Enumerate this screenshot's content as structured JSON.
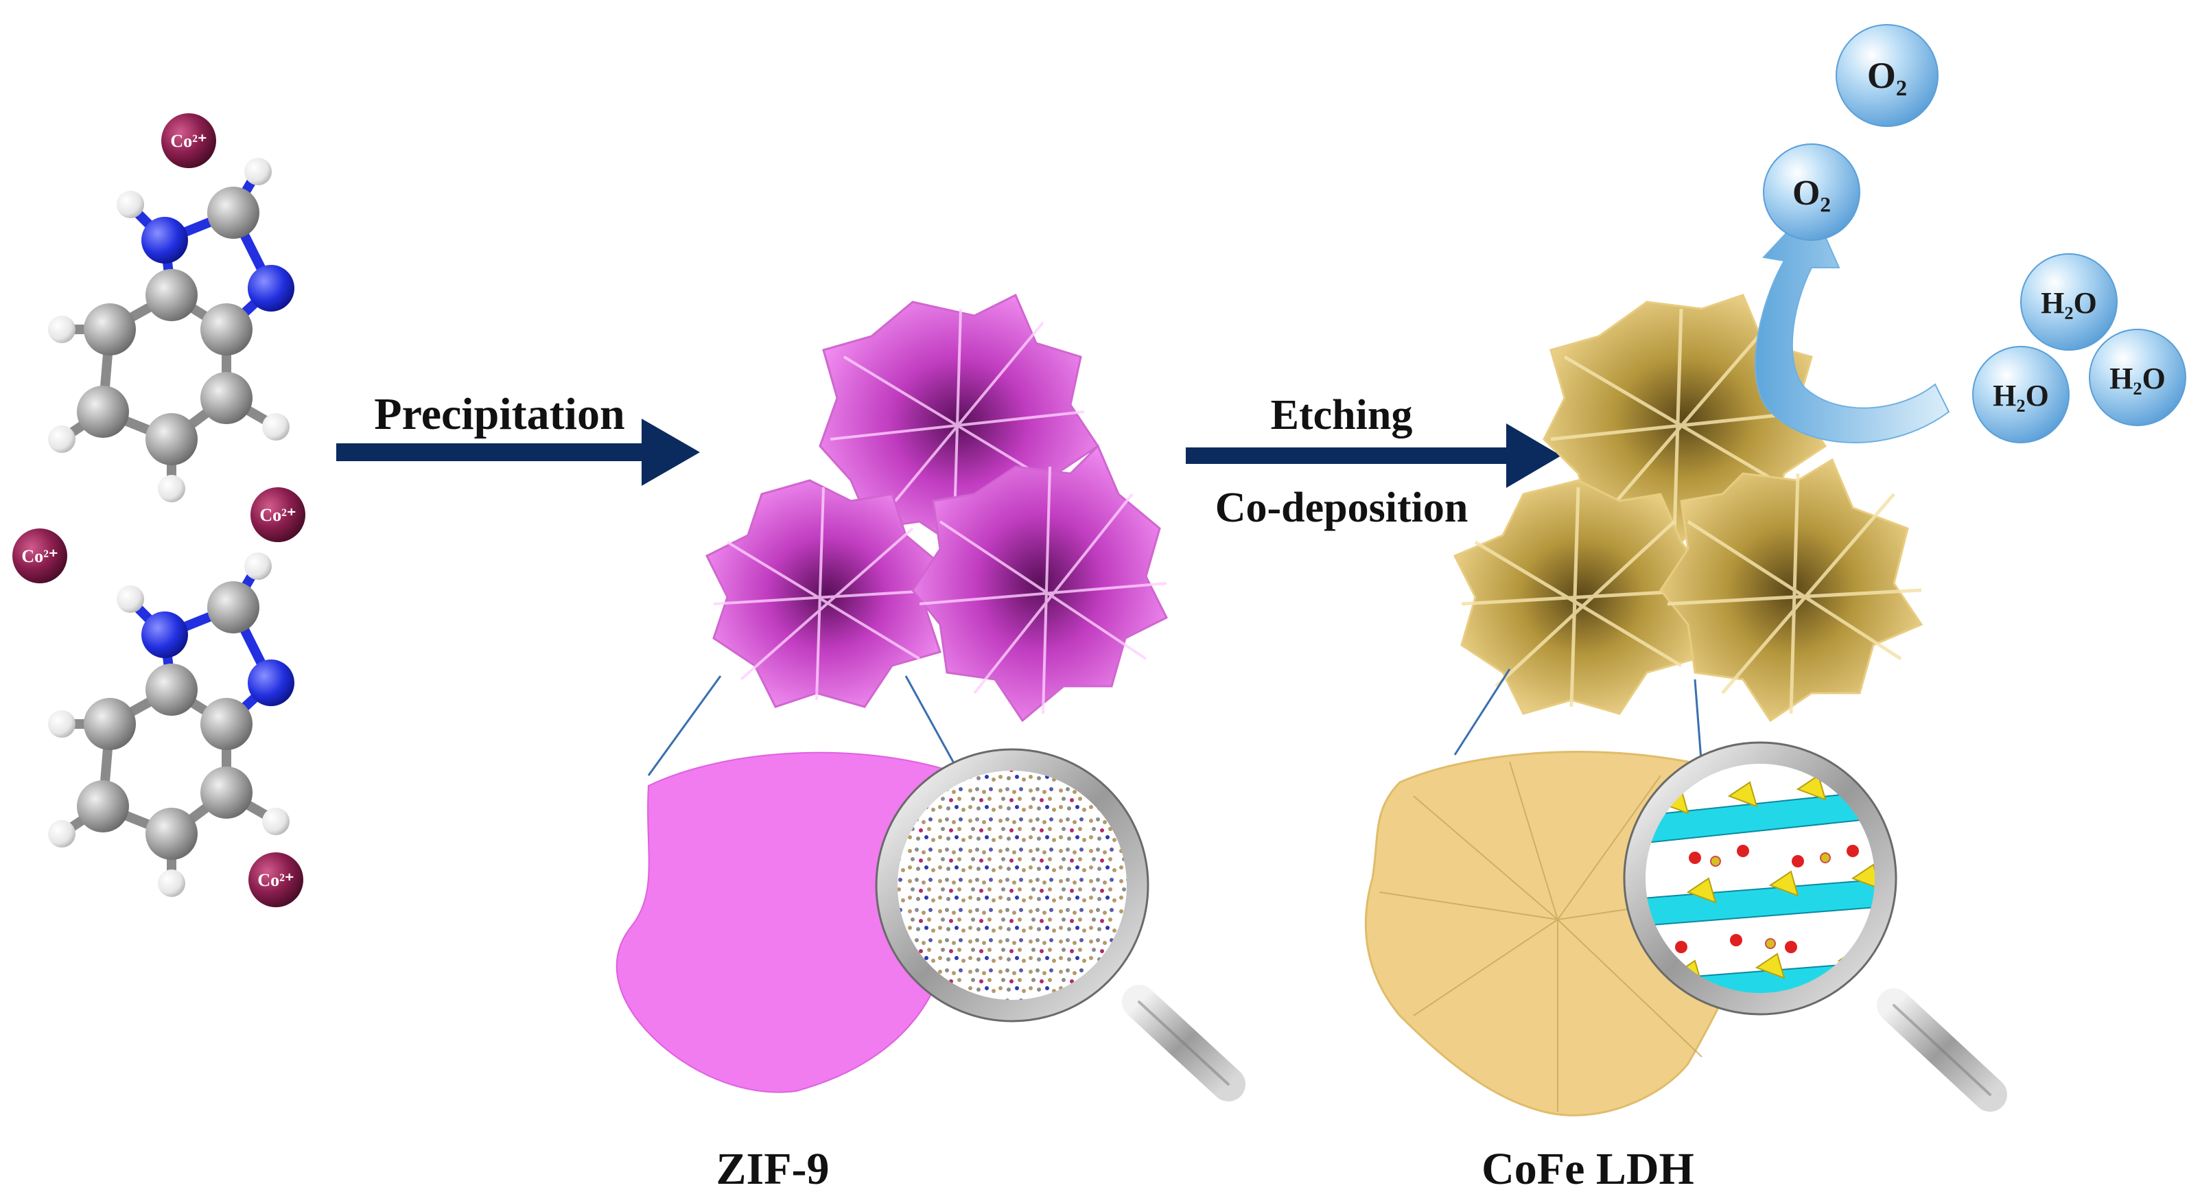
{
  "steps": {
    "step1": "Precipitation",
    "step2_line1": "Etching",
    "step2_line2": "Co-deposition"
  },
  "labels": {
    "zif": "ZIF-9",
    "ldh": "CoFe LDH"
  },
  "ions": {
    "cobalt": "Co²⁺"
  },
  "molecules": {
    "oxygen": "O₂",
    "water": "H₂O"
  },
  "colors": {
    "arrow": "#0b2a5e",
    "zif_purple": "#e870e8",
    "ldh_gold": "#e6c878",
    "cobalt_ion": "#8a1e4e",
    "nitrogen": "#2230e0",
    "carbon": "#9a9a9a",
    "bubble": "#8ec6ee"
  }
}
